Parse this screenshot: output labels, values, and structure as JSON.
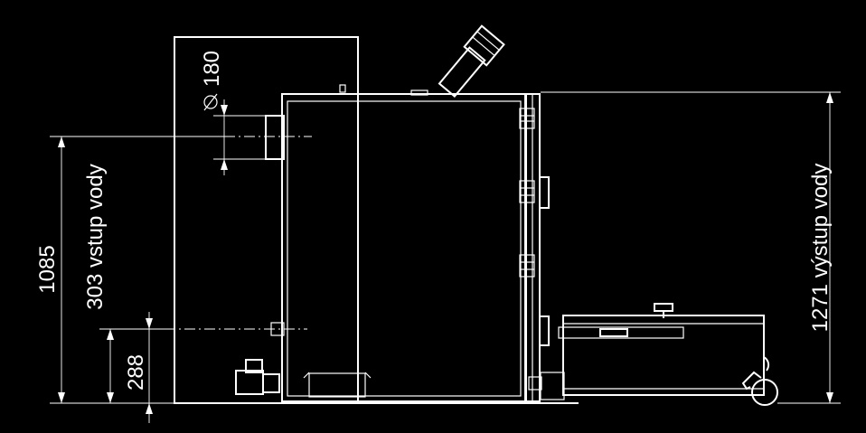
{
  "dimensions": {
    "height_1085": "1085",
    "water_inlet_303": "303 vstup vody",
    "height_288": "288",
    "flue_diameter": "180",
    "water_outlet_1271": "1271 výstup vody"
  }
}
